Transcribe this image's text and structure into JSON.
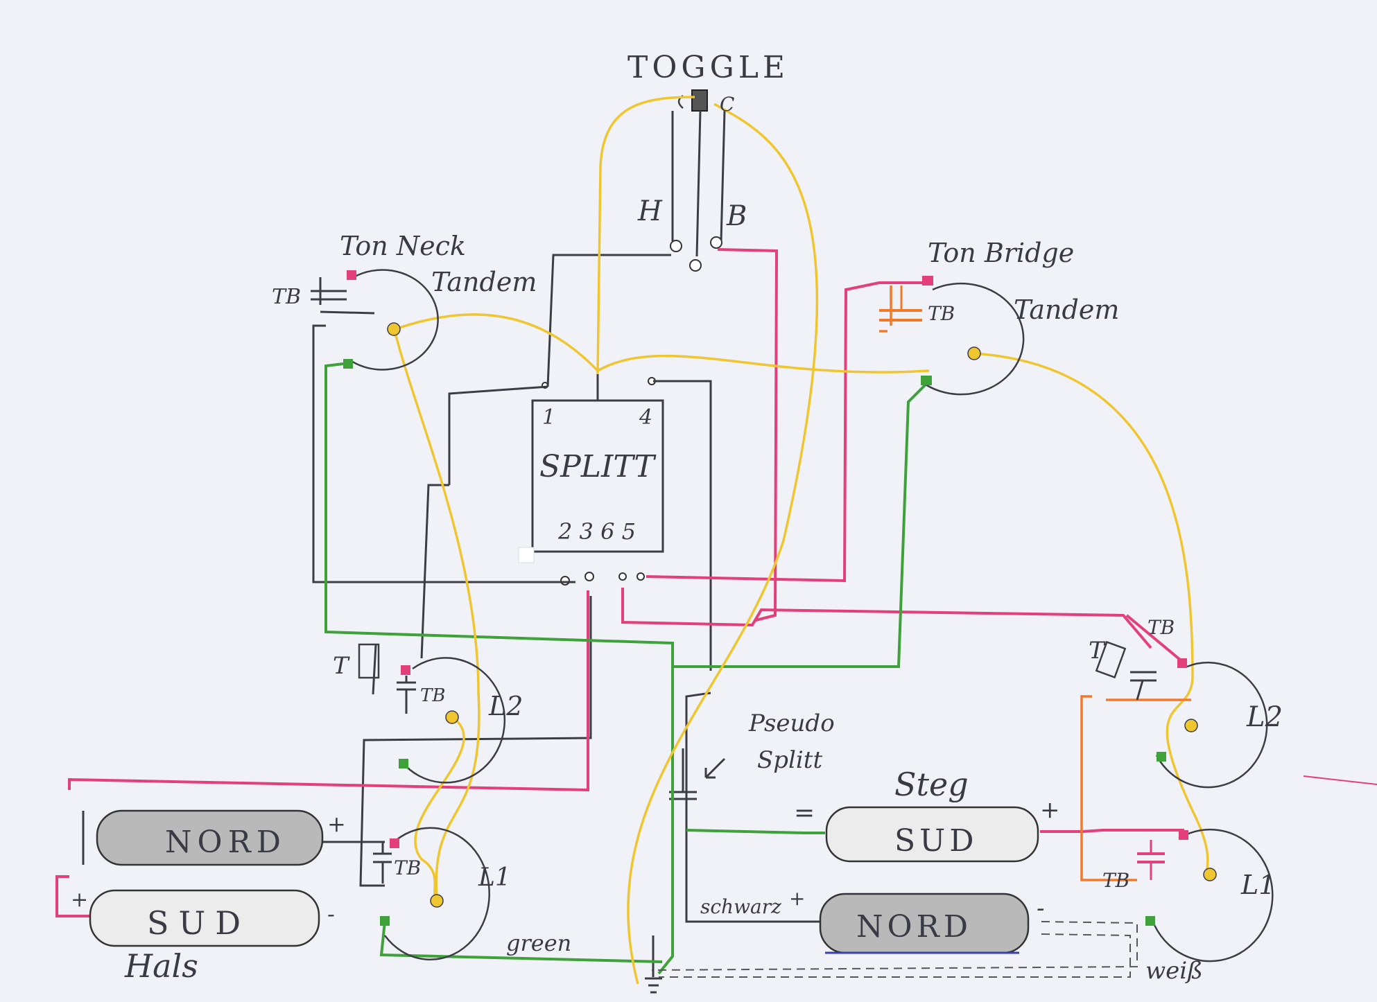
{
  "labels": {
    "toggle": "TOGGLE",
    "toggle_h": "H",
    "toggle_b": "B",
    "toggle_c": "C",
    "ton_neck": "Ton Neck",
    "tandem_left": "Tandem",
    "ton_bridge": "Ton Bridge",
    "tandem_right": "Tandem",
    "tb": "TB",
    "t": "T",
    "splitt": "SPLITT",
    "splitt_pin1": "1",
    "splitt_pin4": "4",
    "splitt_bottom_pins": "2 3  6 5",
    "l2_left": "L2",
    "l1_left": "L1",
    "l2_right": "L2",
    "l1_right": "L1",
    "pseudo": "Pseudo",
    "pseudo_splitt": "Splitt",
    "steg": "Steg",
    "hals": "Hals",
    "nord": "NORD",
    "sud": "SUD",
    "plus": "+",
    "minus": "-",
    "equals": "=",
    "schwarz": "schwarz",
    "green": "green",
    "weiss": "weiß"
  },
  "colors": {
    "paper": "#f1f2f8",
    "pencil": "#3c3c44",
    "red_wire": "#e33f7a",
    "green_wire": "#3ea13a",
    "yellow_wire": "#f0c630",
    "orange_wire": "#f07a2a",
    "coil_shade": "#b9b9b9"
  }
}
